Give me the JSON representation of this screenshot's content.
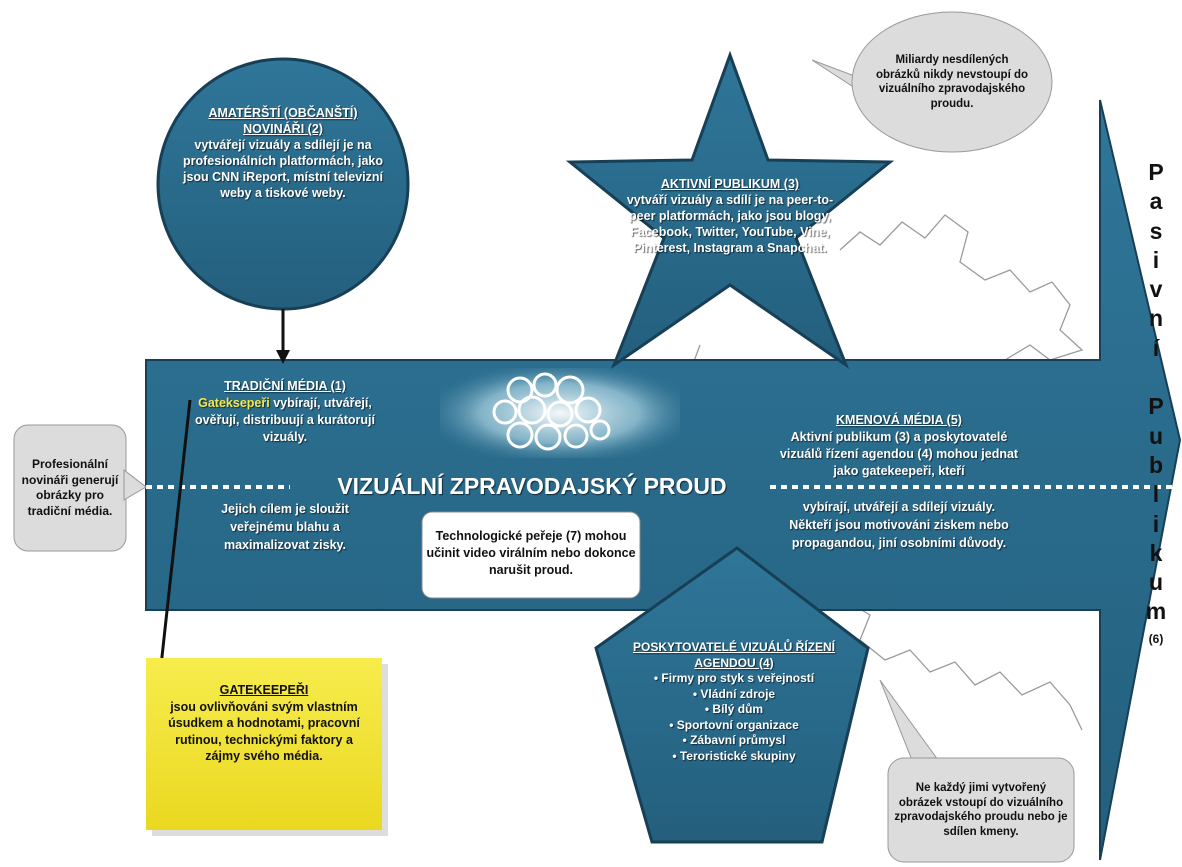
{
  "colors": {
    "blue": "#2a6f91",
    "blue_dark": "#124560",
    "yellow": "#f1e22d",
    "bubble_gray": "#dcdcdc",
    "highlight": "#f5e84a"
  },
  "stream_title": "VIZUÁLNÍ ZPRAVODAJSKÝ PROUD",
  "traditional": {
    "title": "TRADIČNÍ MÉDIA (1)",
    "highlight_word": "Gateksepeři",
    "text": "vybírají, utvářejí, ověřují, distribuují a kurátorují vizuály.",
    "goal": "Jejich cílem je sloužit veřejnému blahu a maximalizovat zisky."
  },
  "amateur": {
    "title": "AMATÉRŠTÍ (OBČANŠTÍ) NOVINÁŘI (2)",
    "text": "vytvářejí vizuály a sdílejí je na profesionálních platformách, jako jsou CNN iReport, místní televizní weby a tiskové weby."
  },
  "active": {
    "title": "AKTIVNÍ PUBLIKUM (3)",
    "text": "vytváří vizuály a sdílí je na peer-to-peer platformách, jako jsou blogy, Facebook, Twitter, YouTube, Vine, Pinterest, Instagram a Snapchat."
  },
  "providers": {
    "title": "POSKYTOVATELÉ VIZUÁLŮ ŘÍZENÍ AGENDOU (4)",
    "items": [
      "• Firmy pro styk s veřejností",
      "• Vládní zdroje",
      "• Bílý dům",
      "• Sportovní organizace",
      "• Zábavní průmysl",
      "• Teroristické skupiny"
    ]
  },
  "tribal": {
    "title": "KMENOVÁ MÉDIA (5)",
    "text_top": "Aktivní publikum (3) a poskytovatelé vizuálů řízení agendou (4) mohou jednat jako gatekeepeři, kteří",
    "text_bottom": "vybírají, utvářejí a sdílejí vizuály. Někteří jsou motivováni ziskem nebo propagandou, jiní osobními důvody."
  },
  "passive": {
    "letters": [
      "P",
      "a",
      "s",
      "i",
      "v",
      "n",
      "í",
      "",
      "P",
      "u",
      "b",
      "l",
      "i",
      "k",
      "u",
      "m"
    ],
    "number": "(6)"
  },
  "tech": {
    "text": "Technologické peřeje (7) mohou učinit video virálním nebo dokonce narušit proud."
  },
  "bubbles": {
    "top_right": "Miliardy nesdílených obrázků nikdy nevstoupí do vizuálního zpravodajského proudu.",
    "left": "Profesionální novináři generují obrázky pro tradiční média.",
    "bottom_right": "Ne každý jimi vytvořený obrázek vstoupí do vizuálního zpravodajského proudu nebo je sdílen kmeny."
  },
  "gatekeepers_note": {
    "title": "GATEKEEPEŘI",
    "text": "jsou ovlivňováni svým vlastním úsudkem a hodnotami, pracovní rutinou, technickými faktory a zájmy svého média."
  }
}
